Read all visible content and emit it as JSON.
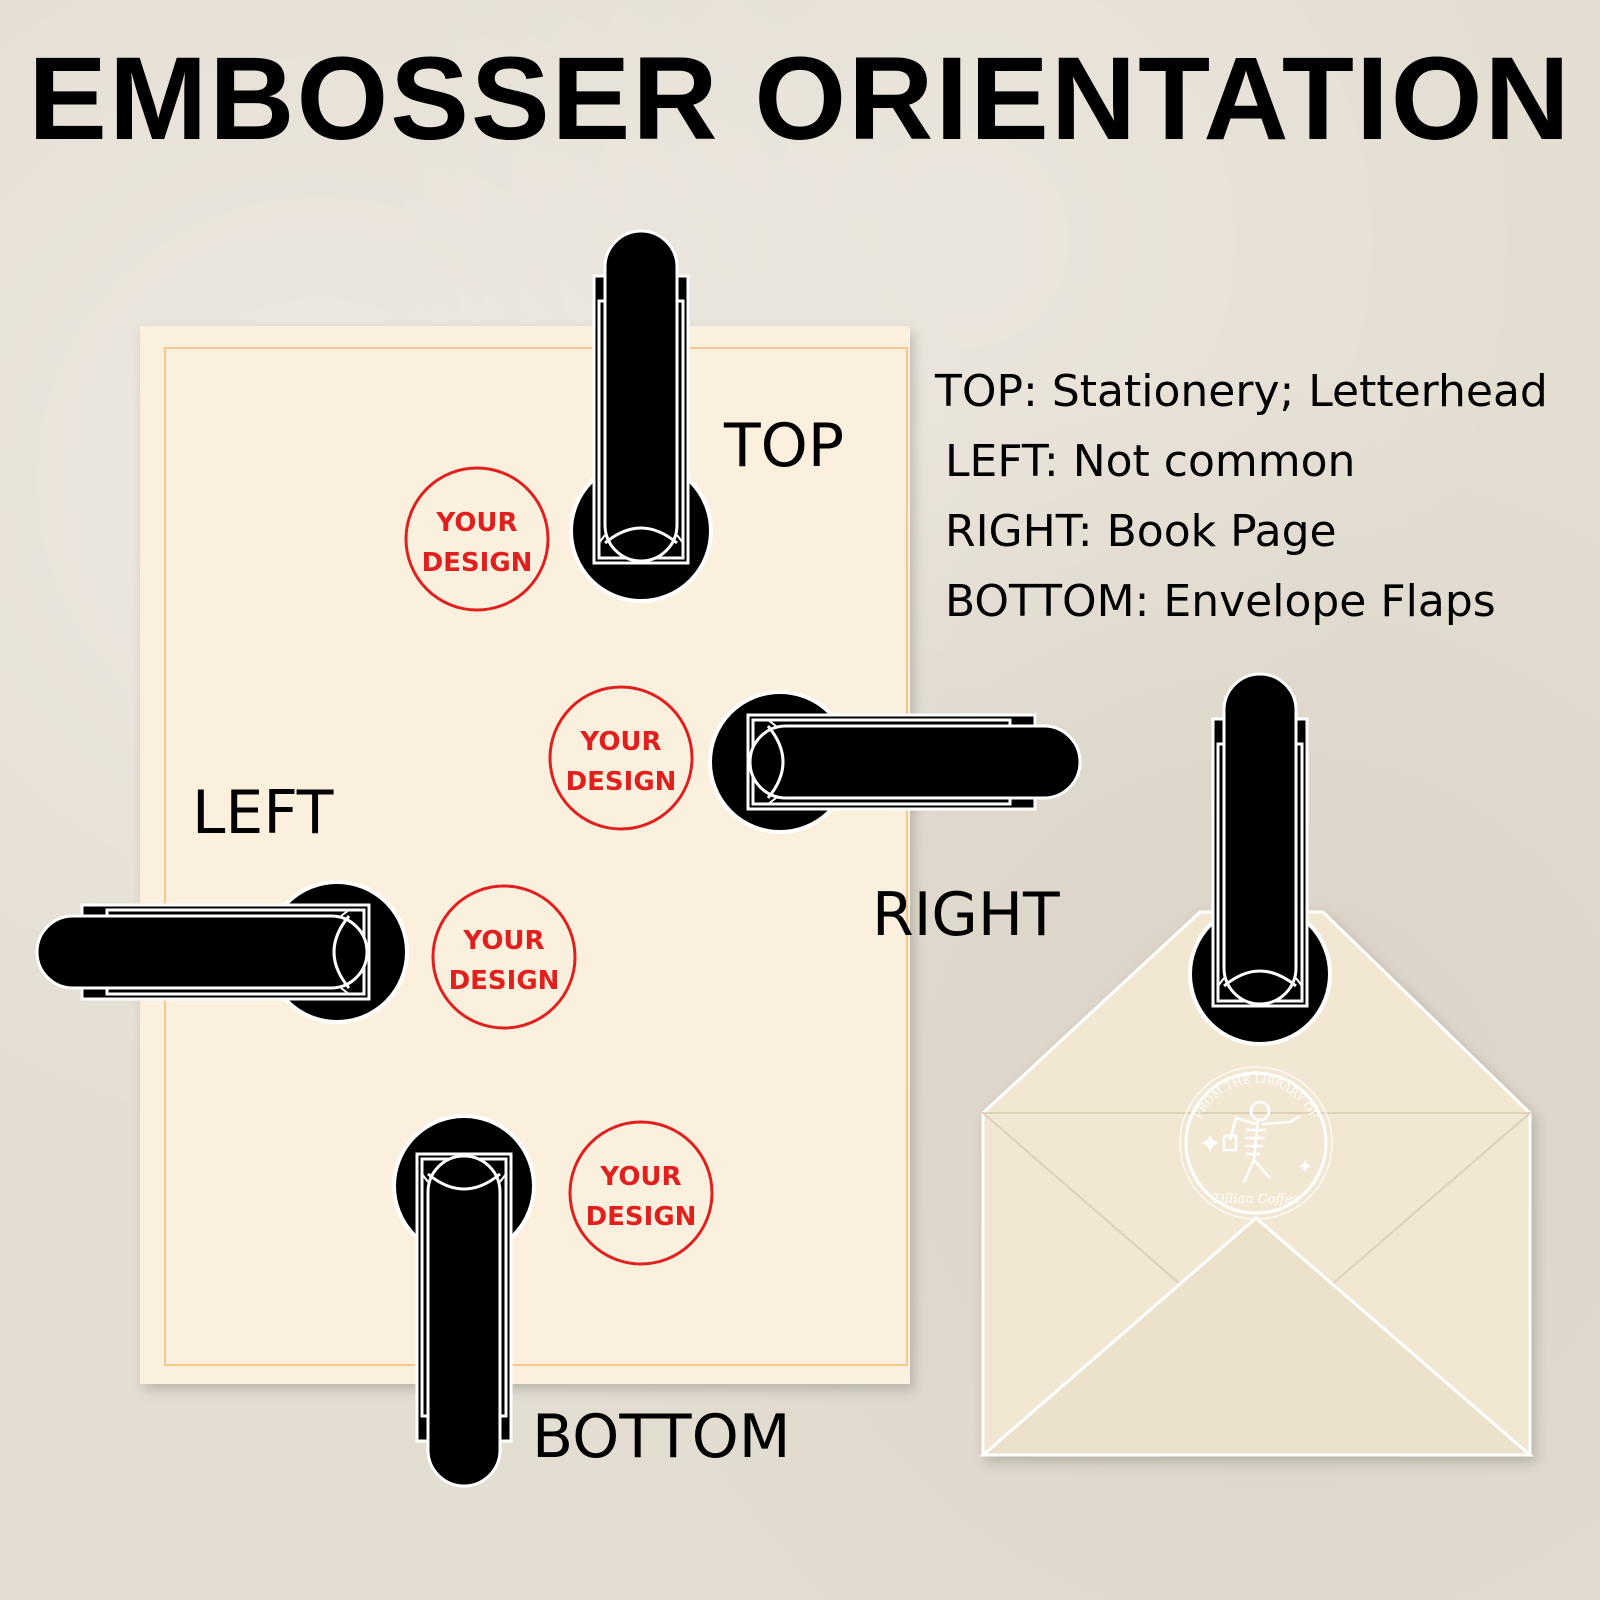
{
  "title": "EMBOSSER ORIENTATION",
  "orientation_labels": {
    "top": "TOP",
    "left": "LEFT",
    "right": "RIGHT",
    "bottom": "BOTTOM"
  },
  "design_placeholder": {
    "line1": "YOUR",
    "line2": "DESIGN"
  },
  "uses": [
    "TOP: Stationery; Letterhead",
    "LEFT: Not common",
    "RIGHT: Book Page",
    "BOTTOM: Envelope Flaps"
  ],
  "envelope_seal": {
    "arc_text": "FROM THE LIBRARY OF",
    "name": "Tillian Coffee"
  },
  "colors": {
    "background": "#e4ddd2",
    "paper": "#fbf0dd",
    "paper_border": "#f4c78a",
    "embosser": "#000000",
    "design_red": "#e0201e",
    "envelope": "#f1e7d3"
  }
}
